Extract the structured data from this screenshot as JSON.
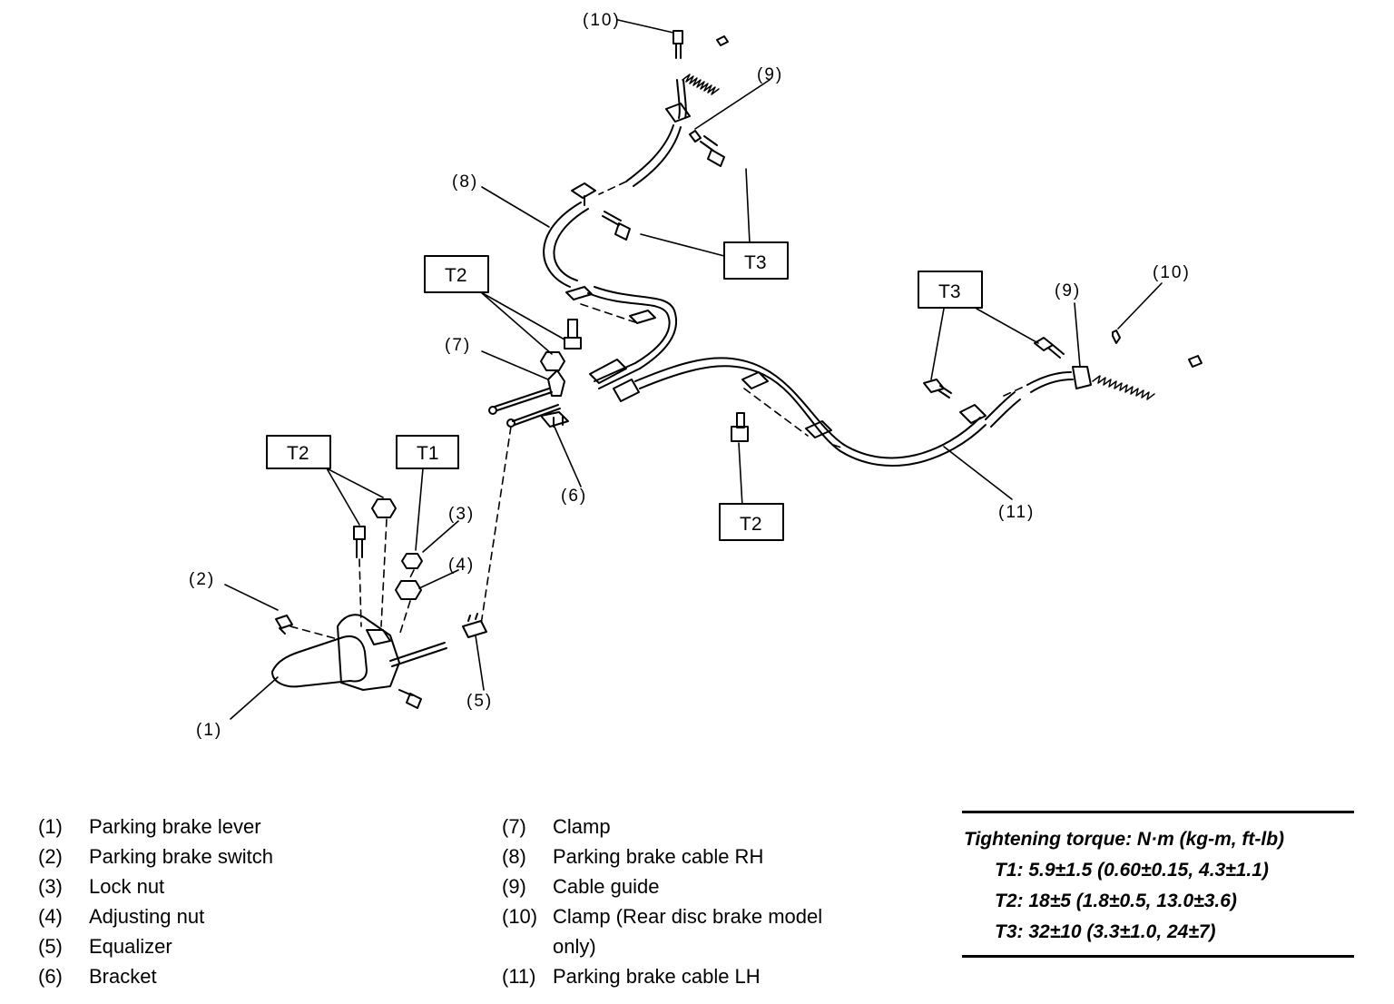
{
  "callouts": {
    "c1": "(1)",
    "c2": "(2)",
    "c3": "(3)",
    "c4": "(4)",
    "c5": "(5)",
    "c6": "(6)",
    "c7": "(7)",
    "c8": "(8)",
    "c9": "(9)",
    "c10": "(10)",
    "c11": "(11)"
  },
  "torque_tags": {
    "t1": "T1",
    "t2": "T2",
    "t3": "T3"
  },
  "legend": [
    {
      "num": "(1)",
      "text": "Parking brake lever"
    },
    {
      "num": "(2)",
      "text": "Parking brake switch"
    },
    {
      "num": "(3)",
      "text": "Lock nut"
    },
    {
      "num": "(4)",
      "text": "Adjusting nut"
    },
    {
      "num": "(5)",
      "text": "Equalizer"
    },
    {
      "num": "(6)",
      "text": "Bracket"
    },
    {
      "num": "(7)",
      "text": "Clamp"
    },
    {
      "num": "(8)",
      "text": "Parking brake cable RH"
    },
    {
      "num": "(9)",
      "text": "Cable guide"
    },
    {
      "num": "(10)",
      "text": "Clamp (Rear disc brake model only)"
    },
    {
      "num": "(11)",
      "text": "Parking brake cable LH"
    }
  ],
  "torque": {
    "heading": "Tightening torque: N·m (kg-m, ft-lb)",
    "t1": "T1: 5.9±1.5 (0.60±0.15, 4.3±1.1)",
    "t2": "T2: 18±5 (1.8±0.5, 13.0±3.6)",
    "t3": "T3: 32±10 (3.3±1.0, 24±7)"
  }
}
